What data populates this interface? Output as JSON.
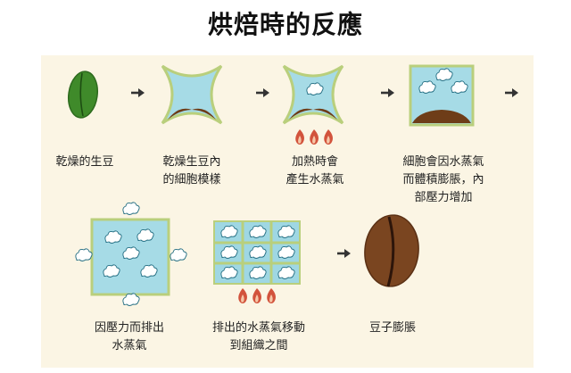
{
  "title": "烘焙時的反應",
  "steps": [
    {
      "lines": [
        "乾燥的生豆"
      ]
    },
    {
      "lines": [
        "乾燥生豆內",
        "的細胞模樣"
      ]
    },
    {
      "lines": [
        "加熱時會",
        "產生水蒸氣"
      ]
    },
    {
      "lines": [
        "細胞會因水蒸氣",
        "而體積膨脹，內",
        "部壓力增加"
      ]
    },
    {
      "lines": [
        "因壓力而排出",
        "水蒸氣"
      ]
    },
    {
      "lines": [
        "排出的水蒸氣移動",
        "到組織之間"
      ]
    },
    {
      "lines": [
        "豆子膨脹"
      ]
    }
  ],
  "colors": {
    "panel": "#fbf5e4",
    "cell_fill": "#a6dbe6",
    "cell_border": "#b9cf7c",
    "oil": "#6e3d18",
    "green_bean": "#3f8a2a",
    "roasted_bean": "#7a4520",
    "flame": "#d2533c",
    "arrow": "#333333"
  },
  "icons": [
    "green-bean-icon",
    "arrow-right-icon",
    "cell-icon",
    "steam-icon",
    "flame-icon",
    "roasted-bean-icon"
  ]
}
